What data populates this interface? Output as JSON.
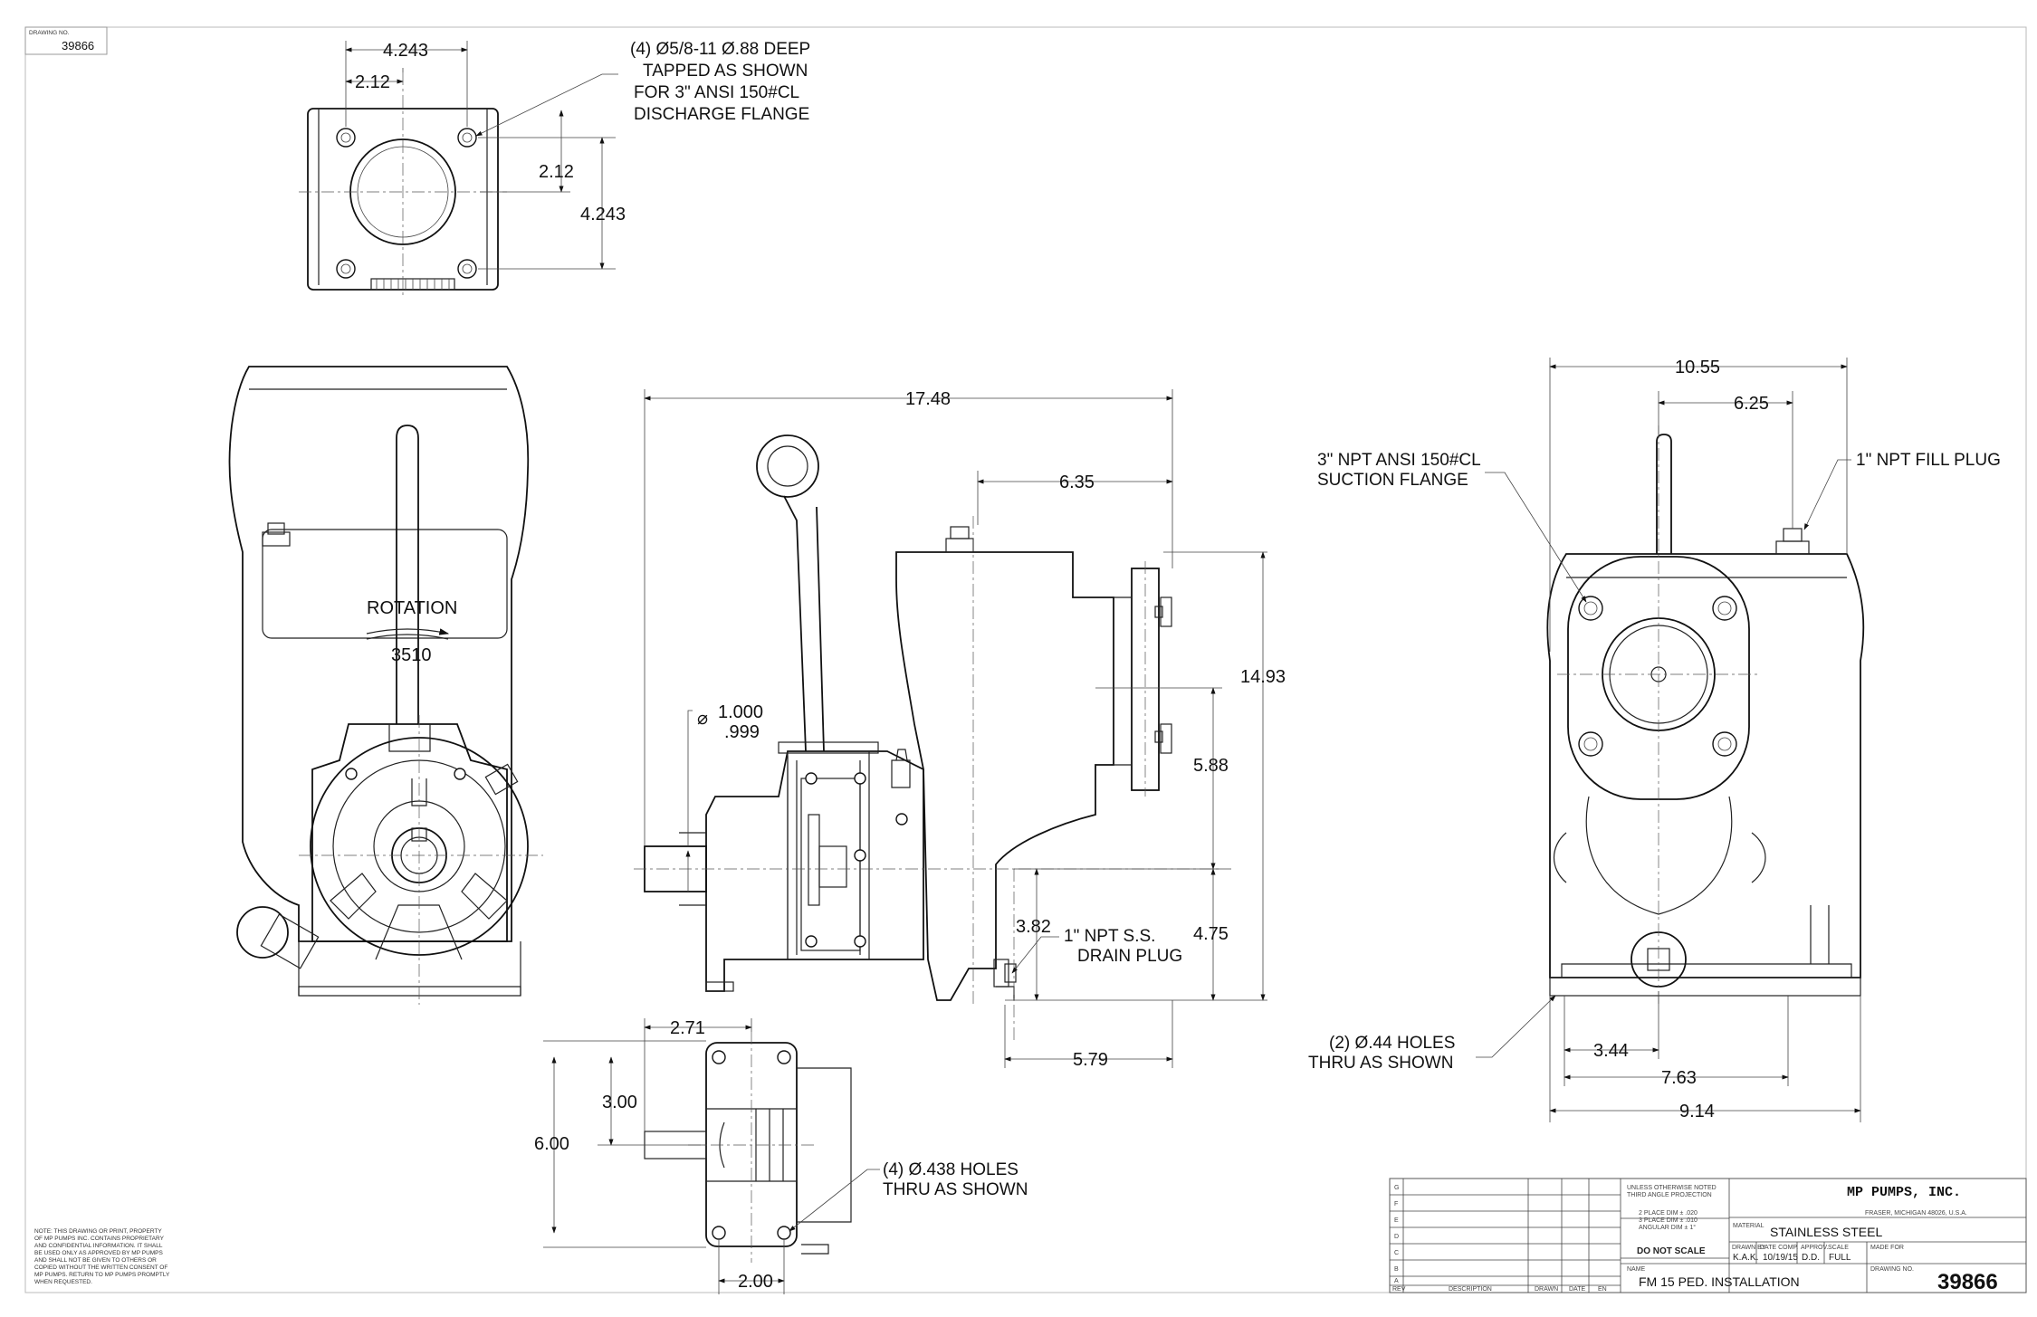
{
  "header": {
    "drawing_no_label": "DRAWING NO.",
    "drawing_no": "39866"
  },
  "top_view": {
    "dim_width": "4.243",
    "dim_half_width": "2.12",
    "dim_half_height": "2.12",
    "dim_height": "4.243",
    "callout": [
      "(4) Ø5/8-11 Ø.88 DEEP",
      "TAPPED AS SHOWN",
      "FOR 3\" ANSI 150#CL",
      "DISCHARGE FLANGE"
    ]
  },
  "front_view": {
    "rotation_label": "ROTATION",
    "rotation_rpm": "3510"
  },
  "side_view": {
    "dim_overall_length": "17.48",
    "dim_discharge": "6.35",
    "dim_shaft_dia_top": "1.000",
    "dim_shaft_dia_bottom": ".999",
    "dim_height": "14.93",
    "dim_upper": "5.88",
    "dim_lower": "4.75",
    "dim_drain": "3.82",
    "dim_base": "5.79",
    "drain_callout": [
      "1\" NPT S.S.",
      "DRAIN PLUG"
    ]
  },
  "base_view": {
    "dim_2_71": "2.71",
    "dim_3_00": "3.00",
    "dim_6_00": "6.00",
    "dim_2_00": "2.00",
    "callout": [
      "(4) Ø.438 HOLES",
      "THRU AS SHOWN"
    ]
  },
  "end_view": {
    "dim_width": "10.55",
    "dim_fill": "6.25",
    "suction_callout": [
      "3\" NPT ANSI 150#CL",
      "SUCTION FLANGE"
    ],
    "fill_callout": "1\" NPT FILL PLUG",
    "holes_callout": [
      "(2) Ø.44 HOLES",
      "THRU AS SHOWN"
    ],
    "dim_3_44": "3.44",
    "dim_7_63": "7.63",
    "dim_9_14": "9.14"
  },
  "notice": [
    "NOTE: THIS DRAWING OR PRINT, PROPERTY",
    "OF MP PUMPS INC. CONTAINS PROPRIETARY",
    "AND CONFIDENTIAL INFORMATION. IT SHALL",
    "BE USED ONLY AS APPROVED BY MP PUMPS",
    "AND SHALL NOT BE GIVEN TO OTHERS OR",
    "COPIED WITHOUT THE WRITTEN CONSENT OF",
    "MP PUMPS. RETURN TO MP PUMPS PROMPTLY",
    "WHEN REQUESTED."
  ],
  "title_block": {
    "rev_letters": [
      "G",
      "F",
      "E",
      "D",
      "C",
      "B",
      "A"
    ],
    "rev_headers": [
      "REV",
      "DESCRIPTION",
      "DRAWN",
      "DATE",
      "EN"
    ],
    "tolerance_title": [
      "UNLESS OTHERWISE NOTED",
      "THIRD ANGLE PROJECTION"
    ],
    "tolerances": [
      "2 PLACE DIM ± .020",
      "3 PLACE DIM ± .010",
      "ANGULAR DIM ± 1°"
    ],
    "do_not_scale": "DO NOT SCALE",
    "company": "MP PUMPS, INC.",
    "location": "FRASER, MICHIGAN 48026, U.S.A.",
    "material_label": "MATERIAL",
    "material": "STAINLESS STEEL",
    "drawn_by_label": "DRAWN BY",
    "drawn_by": "K.A.K.",
    "date_label": "DATE COMP.",
    "date": "10/19/15",
    "approved_label": "APPROV.",
    "approved": "D.D.",
    "scale_label": "SCALE",
    "scale": "FULL",
    "made_for_label": "MADE FOR",
    "name_label": "NAME",
    "name": "FM 15 PED. INSTALLATION",
    "drawing_no_label": "DRAWING NO.",
    "drawing_no": "39866"
  }
}
